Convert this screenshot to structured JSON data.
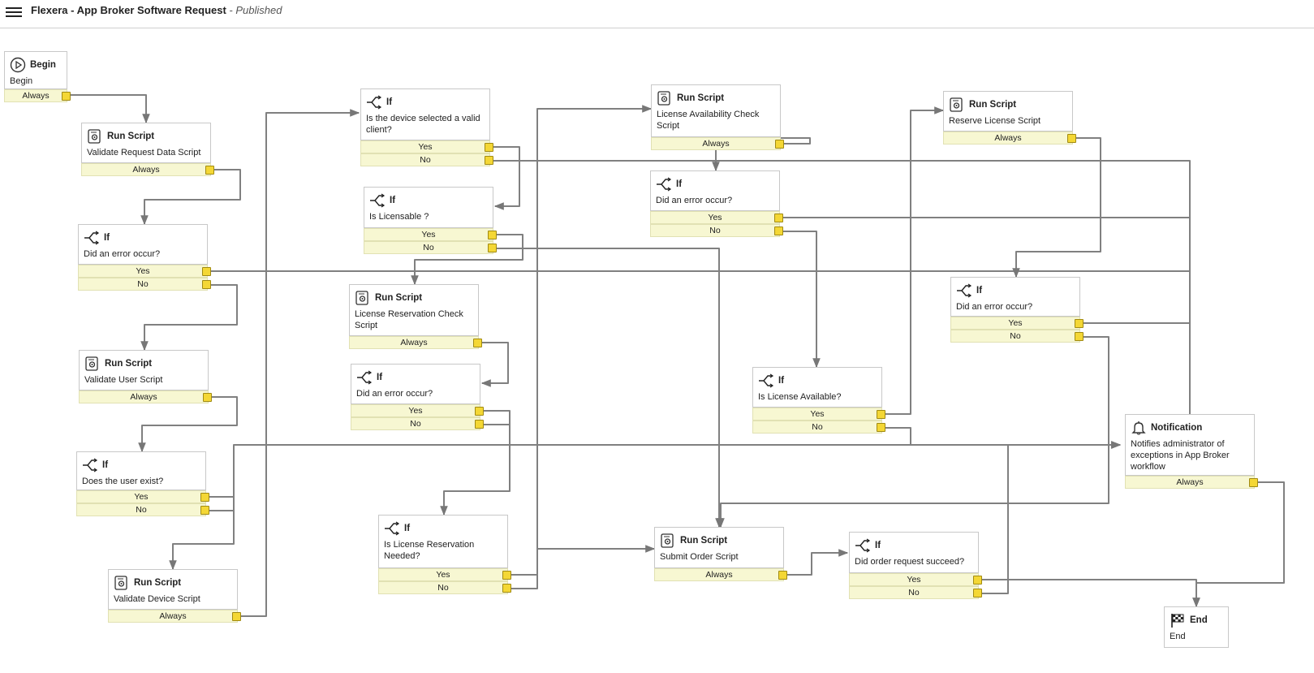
{
  "header": {
    "title": "Flexera - App Broker Software Request",
    "status": " - Published"
  },
  "nodes": {
    "begin": {
      "type": "Begin",
      "text": "Begin",
      "ports": [
        "Always"
      ]
    },
    "validate_req": {
      "type": "Run Script",
      "text": "Validate Request Data Script",
      "ports": [
        "Always"
      ]
    },
    "if_err1": {
      "type": "If",
      "text": "Did an error occur?",
      "ports": [
        "Yes",
        "No"
      ]
    },
    "validate_user": {
      "type": "Run Script",
      "text": "Validate User Script",
      "ports": [
        "Always"
      ]
    },
    "if_user": {
      "type": "If",
      "text": "Does the user exist?",
      "ports": [
        "Yes",
        "No"
      ]
    },
    "validate_dev": {
      "type": "Run Script",
      "text": "Validate Device Script",
      "ports": [
        "Always"
      ]
    },
    "if_device": {
      "type": "If",
      "text": "Is the device selected a valid client?",
      "ports": [
        "Yes",
        "No"
      ]
    },
    "if_licensable": {
      "type": "If",
      "text": "Is Licensable ?",
      "ports": [
        "Yes",
        "No"
      ]
    },
    "lic_res_check": {
      "type": "Run Script",
      "text": "License Reservation Check Script",
      "ports": [
        "Always"
      ]
    },
    "if_err2": {
      "type": "If",
      "text": "Did an error occur?",
      "ports": [
        "Yes",
        "No"
      ]
    },
    "if_res_needed": {
      "type": "If",
      "text": "Is License Reservation Needed?",
      "ports": [
        "Yes",
        "No"
      ]
    },
    "lic_avail": {
      "type": "Run Script",
      "text": "License Availability Check Script",
      "ports": [
        "Always"
      ]
    },
    "if_err3": {
      "type": "If",
      "text": "Did an error occur?",
      "ports": [
        "Yes",
        "No"
      ]
    },
    "if_lic_avail": {
      "type": "If",
      "text": "Is License Available?",
      "ports": [
        "Yes",
        "No"
      ]
    },
    "submit_order": {
      "type": "Run Script",
      "text": "Submit Order Script",
      "ports": [
        "Always"
      ]
    },
    "if_order": {
      "type": "If",
      "text": "Did order request succeed?",
      "ports": [
        "Yes",
        "No"
      ]
    },
    "reserve_lic": {
      "type": "Run Script",
      "text": "Reserve License Script",
      "ports": [
        "Always"
      ]
    },
    "if_err4": {
      "type": "If",
      "text": "Did an error occur?",
      "ports": [
        "Yes",
        "No"
      ]
    },
    "notification": {
      "type": "Notification",
      "text": "Notifies administrator of exceptions in App Broker workflow",
      "ports": [
        "Always"
      ]
    },
    "end": {
      "type": "End",
      "text": "End",
      "ports": []
    }
  }
}
